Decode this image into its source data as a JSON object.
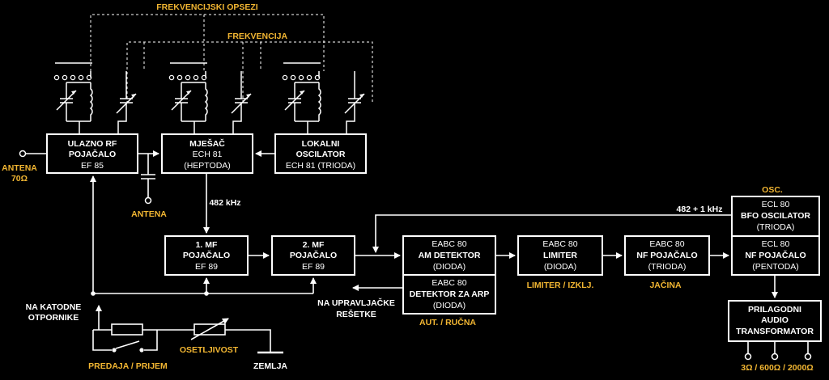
{
  "colors": {
    "background": "#000000",
    "line": "#ffffff",
    "label_accent": "#f2b632"
  },
  "labels": {
    "frekvencijski_opsezi": "FREKVENCIJSKI OPSEZI",
    "frekvencija": "FREKVENCIJA",
    "antena_in_1": "ANTENA",
    "antena_in_2": "70Ω",
    "antena_out": "ANTENA",
    "if_freq": "482 kHz",
    "bfo_freq": "482 + 1 kHz",
    "osc": "OSC.",
    "na_katodne_1": "NA KATODNE",
    "na_katodne_2": "OTPORNIKE",
    "na_upravljacke_1": "NA UPRAVLJAČKE",
    "na_upravljacke_2": "REŠETKE",
    "aut_rucna": "AUT. / RUČNA",
    "limiter_izklj": "LIMITER / IZKLJ.",
    "jacina": "JAČINA",
    "predaja_prijem": "PREDAJA / PRIJEM",
    "osetljivost": "OSETLJIVOST",
    "zemlja": "ZEMLJA",
    "outputs": "3Ω / 600Ω / 2000Ω"
  },
  "blocks": {
    "rf": {
      "l1": "ULAZNO RF",
      "l2": "POJAČALO",
      "l3": "EF 85"
    },
    "mixer": {
      "l1": "MJEŠAČ",
      "l2": "ECH 81",
      "l3": "(HEPTODA)"
    },
    "lo": {
      "l1": "LOKALNI",
      "l2": "OSCILATOR",
      "l3": "ECH 81 (TRIODA)"
    },
    "mf1": {
      "l1": "1. MF",
      "l2": "POJAČALO",
      "l3": "EF 89"
    },
    "mf2": {
      "l1": "2. MF",
      "l2": "POJAČALO",
      "l3": "EF 89"
    },
    "am_det": {
      "l1": "EABC 80",
      "l2": "AM DETEKTOR",
      "l3": "(DIODA)"
    },
    "arp_det": {
      "l1": "EABC 80",
      "l2": "DETEKTOR ZA ARP",
      "l3": "(DIODA)"
    },
    "limiter": {
      "l1": "EABC 80",
      "l2": "LIMITER",
      "l3": "(DIODA)"
    },
    "nf1": {
      "l1": "EABC 80",
      "l2": "NF POJAČALO",
      "l3": "(TRIODA)"
    },
    "bfo": {
      "l1": "ECL 80",
      "l2": "BFO OSCILATOR",
      "l3": "(TRIODA)"
    },
    "nf2": {
      "l1": "ECL 80",
      "l2": "NF POJAČALO",
      "l3": "(PENTODA)"
    },
    "audio_tr": {
      "l1": "PRILAGODNI",
      "l2": "AUDIO",
      "l3": "TRANSFORMATOR"
    }
  }
}
